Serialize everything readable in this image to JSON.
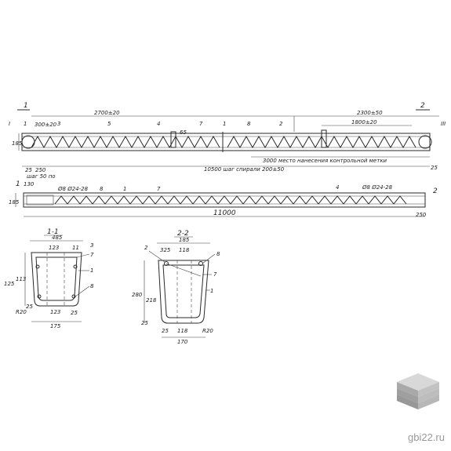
{
  "sections": {
    "cut_1_top": "1",
    "cut_1_bot": "1",
    "cut_2_top": "2",
    "cut_2_bot": "2",
    "cut_left_beam2": "1",
    "cut_right_beam2": "2",
    "section_1_title": "1-1",
    "section_2_title": "2-2"
  },
  "beam1": {
    "dim_left_span": "2700±20",
    "dim_right_span": "2300±50",
    "dim_right_inner": "1800±20",
    "dim_first": "300±20",
    "dim_small": "25",
    "dim_spiral": "10500 шаг спирали 200±50",
    "dim_mark": "3000 место нанесения контрольной метки",
    "dim_height": "185",
    "dim_step": "шаг 50 по",
    "dim_250": "250",
    "dim_25": "25",
    "dim_right_end": "25",
    "roman_left": "I",
    "roman_right": "III",
    "callouts": [
      "1",
      "3",
      "4",
      "7",
      "1",
      "8",
      "2",
      "5"
    ],
    "dim_vert": "65"
  },
  "beam2": {
    "dim_130": "130",
    "dim_185": "185",
    "label_left": "Ø8 Ø24-28",
    "label_right": "Ø8 Ø24-28",
    "callouts": [
      "8",
      "1",
      "7",
      "4"
    ],
    "dim_total": "11000",
    "dim_250": "250"
  },
  "section1": {
    "dims": [
      "485",
      "123",
      "11",
      "1",
      "7",
      "1",
      "8",
      "123",
      "175",
      "113",
      "25",
      "R20",
      "25",
      "125"
    ],
    "labels": [
      "3",
      "7",
      "1",
      "8"
    ]
  },
  "section2": {
    "dims": [
      "185",
      "325",
      "118",
      "25",
      "118",
      "170",
      "280",
      "218",
      "25",
      "R20"
    ],
    "labels": [
      "2",
      "8",
      "7",
      "1"
    ]
  },
  "watermark": {
    "text": "gbi22.ru"
  }
}
